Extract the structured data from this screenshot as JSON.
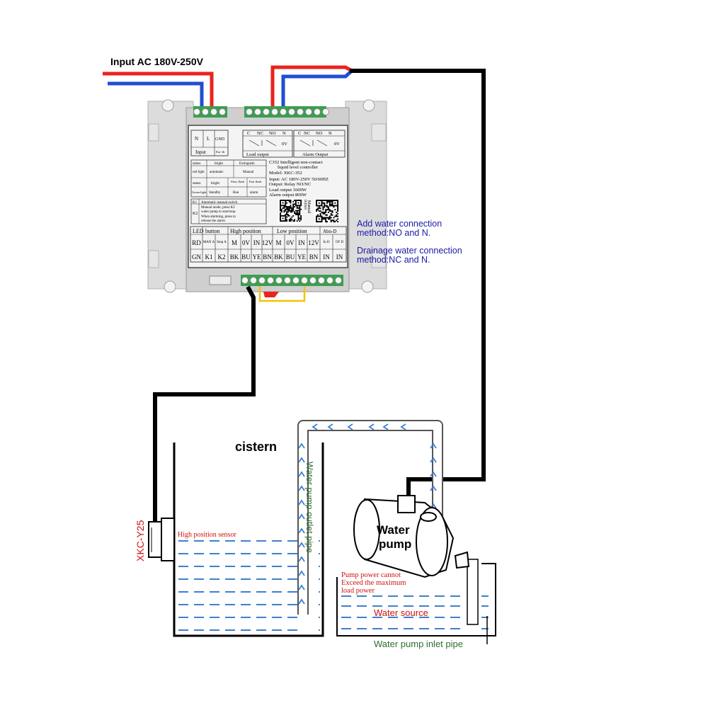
{
  "input_label": "Input AC 180V-250V",
  "notes": {
    "add_water_1": "Add water connection",
    "add_water_2": "method:NO and N.",
    "drain_1": "Drainage water connection",
    "drain_2": "method:NC and N."
  },
  "controller": {
    "power_block": {
      "n": "N",
      "l": "L",
      "gnd": "GND",
      "input": "Input",
      "ear": "Ear -th"
    },
    "load_block": {
      "c": "C",
      "nc": "NC",
      "no": "NO",
      "n": "N",
      "ov": "0V",
      "label": "Load output"
    },
    "alarm_block": {
      "c": "C",
      "nc": "NC",
      "no": "NO",
      "n": "N",
      "ov": "0V",
      "label": "Alarm Output"
    },
    "status_table": {
      "r1": [
        "status",
        "bright",
        "Extinguish"
      ],
      "r2": [
        "red light",
        "automatic",
        "Manual"
      ],
      "r3": [
        "status",
        "bright",
        "Slow flash",
        "Fast flash"
      ],
      "r4": [
        "Green light",
        "Standby",
        "Run",
        "alarm"
      ]
    },
    "k_table": {
      "k1": "K1",
      "k1_text": "Automatic manual switch",
      "k2": "K2",
      "k2_text1": "Manual mode, press K2",
      "k2_text2": "water pump to start/stop",
      "k2_text3": "When alarming, press to",
      "k2_text4": "release the alarm"
    },
    "spec": {
      "line1": "C352 Intelligent non-contact",
      "line2": "liquid level controller",
      "line3": "Model: XKC-352",
      "line4": "Input: AC 180V-250V 50/60HZ",
      "line5": "Output: Relay NO/NC",
      "line6": "Load output 1600W",
      "line7": "Alarm output 800W"
    },
    "qr_captions": {
      "left": "Bilibili",
      "right": "Manual"
    },
    "bottom_table": {
      "headers": {
        "led": "LED",
        "button": "button",
        "high": "High position",
        "low": "Low position",
        "abn": "Abn-D"
      },
      "row_mid": [
        "RD",
        "MAN A",
        "Stop A",
        "M",
        "0V",
        "IN",
        "12V",
        "M",
        "0V",
        "IN",
        "12V",
        "In D",
        "OF D"
      ],
      "row_bot": [
        "GN",
        "K1",
        "K2",
        "BK",
        "BU",
        "YE",
        "BN",
        "BK",
        "BU",
        "YE",
        "BN",
        "IN",
        "IN"
      ]
    }
  },
  "tank_labels": {
    "cistern": "cistern",
    "sensor": "XKC-Y25",
    "high_sensor": "High position sensor",
    "outlet_pipe": "Water pump outlet pipe",
    "pump": [
      "Water",
      "pump"
    ],
    "power_warn": [
      "Pump power cannot",
      "Exceed the maximum",
      "load power"
    ],
    "water_source": "Water source",
    "inlet_pipe": "Water pump inlet pipe"
  },
  "colors": {
    "live_wire": "#e8241f",
    "neutral_wire": "#1f4fd1",
    "note_text": "#1a1aa8",
    "warning_text": "#cc1111",
    "pipe_label": "#2f6e2f",
    "water": "#3f7fd0",
    "module_green": "#3a9f4f",
    "module_case": "#dcdcdc"
  }
}
